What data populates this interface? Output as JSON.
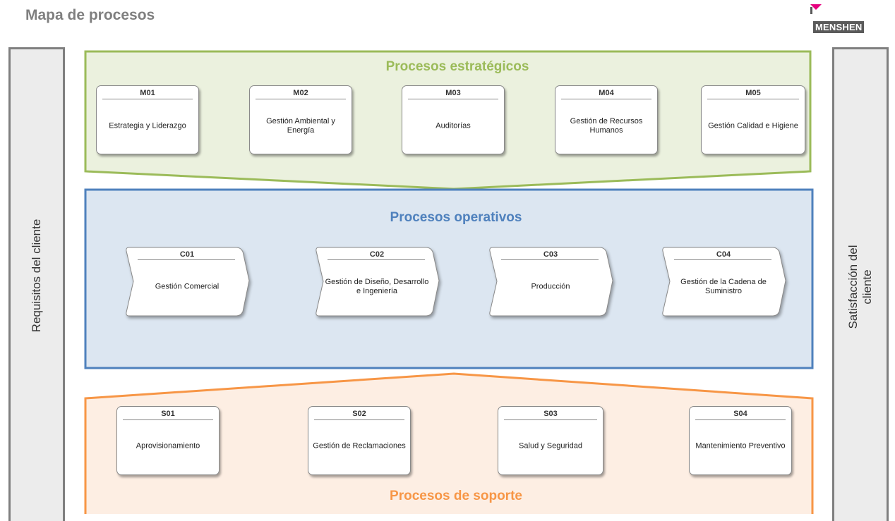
{
  "page": {
    "title": "Mapa de procesos"
  },
  "logo": {
    "text": "MENSHEN",
    "mark_color": "#e6007e"
  },
  "sidebars": {
    "left": {
      "label": "Requisitos del cliente"
    },
    "right": {
      "label_line1": "Satisfacción del",
      "label_line2": "cliente"
    }
  },
  "colors": {
    "strategic": "#9bbb59",
    "operational": "#4f81bd",
    "support": "#f79646",
    "sidebar_border": "#7f7f7f"
  },
  "strategic": {
    "title": "Procesos estratégicos",
    "items": [
      {
        "code": "M01",
        "label": "Estrategia y Liderazgo"
      },
      {
        "code": "M02",
        "label": "Gestión Ambiental y Energía"
      },
      {
        "code": "M03",
        "label": "Auditorías"
      },
      {
        "code": "M04",
        "label": "Gestión de Recursos Humanos"
      },
      {
        "code": "M05",
        "label": "Gestión Calidad e Higiene"
      }
    ]
  },
  "operational": {
    "title": "Procesos operativos",
    "items": [
      {
        "code": "C01",
        "label": "Gestión Comercial"
      },
      {
        "code": "C02",
        "label": "Gestión de Diseño, Desarrollo e Ingeniería"
      },
      {
        "code": "C03",
        "label": "Producción"
      },
      {
        "code": "C04",
        "label": "Gestión de la Cadena de Suministro"
      }
    ]
  },
  "support": {
    "title": "Procesos de soporte",
    "items": [
      {
        "code": "S01",
        "label": "Aprovisionamiento"
      },
      {
        "code": "S02",
        "label": "Gestión de Reclamaciones"
      },
      {
        "code": "S03",
        "label": "Salud y Seguridad"
      },
      {
        "code": "S04",
        "label": "Mantenimiento Preventivo"
      }
    ]
  }
}
